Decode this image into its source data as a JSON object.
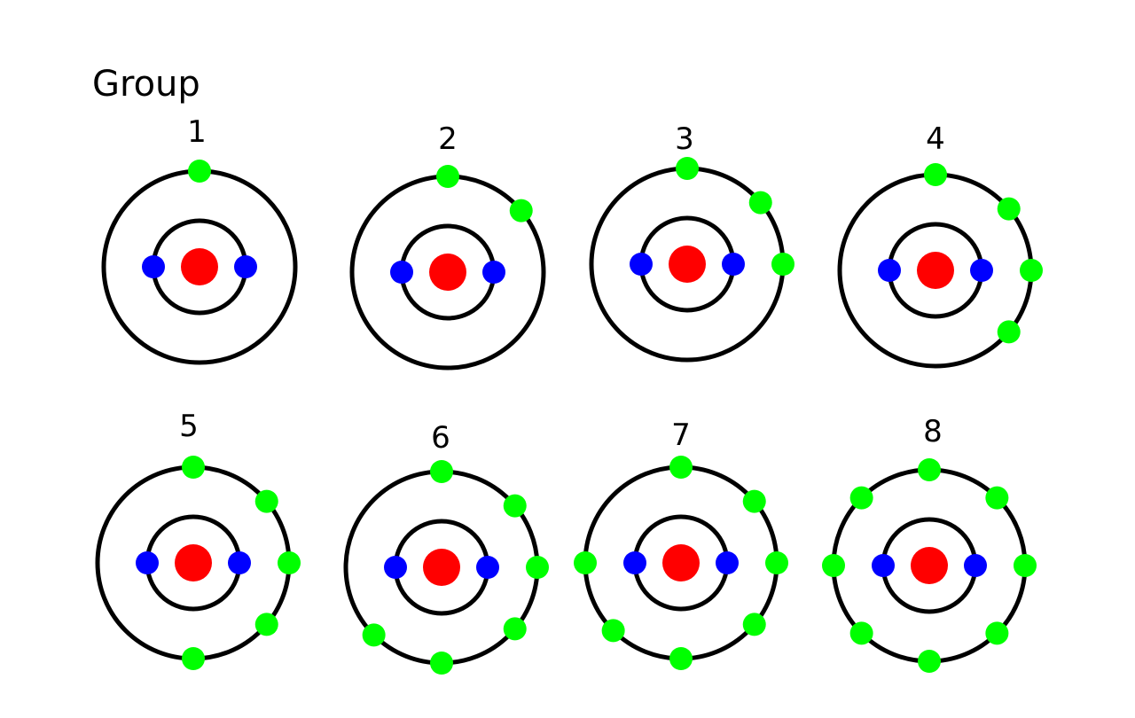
{
  "heading": "Group",
  "colors": {
    "nucleus": "#ff0000",
    "inner_electron": "#0000ff",
    "outer_electron": "#00ff00",
    "shell": "#000000"
  },
  "atoms": [
    {
      "group_label": "1",
      "inner_electrons": 2,
      "outer_electrons": 1
    },
    {
      "group_label": "2",
      "inner_electrons": 2,
      "outer_electrons": 2
    },
    {
      "group_label": "3",
      "inner_electrons": 2,
      "outer_electrons": 3
    },
    {
      "group_label": "4",
      "inner_electrons": 2,
      "outer_electrons": 4
    },
    {
      "group_label": "5",
      "inner_electrons": 2,
      "outer_electrons": 5
    },
    {
      "group_label": "6",
      "inner_electrons": 2,
      "outer_electrons": 6
    },
    {
      "group_label": "7",
      "inner_electrons": 2,
      "outer_electrons": 7
    },
    {
      "group_label": "8",
      "inner_electrons": 2,
      "outer_electrons": 8
    }
  ]
}
